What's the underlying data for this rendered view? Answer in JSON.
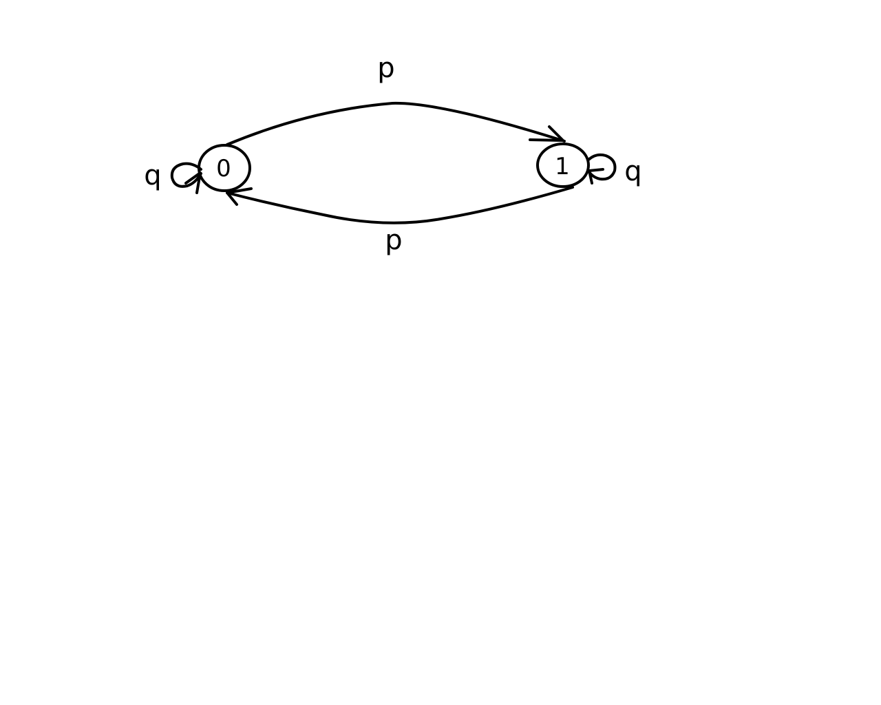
{
  "diagram": {
    "states": [
      {
        "id": "s0",
        "label": "0"
      },
      {
        "id": "s1",
        "label": "1"
      }
    ],
    "transitions": [
      {
        "from": "0",
        "to": "1",
        "label": "p"
      },
      {
        "from": "1",
        "to": "0",
        "label": "p"
      },
      {
        "from": "0",
        "to": "0",
        "label": "q"
      },
      {
        "from": "1",
        "to": "1",
        "label": "q"
      }
    ]
  }
}
